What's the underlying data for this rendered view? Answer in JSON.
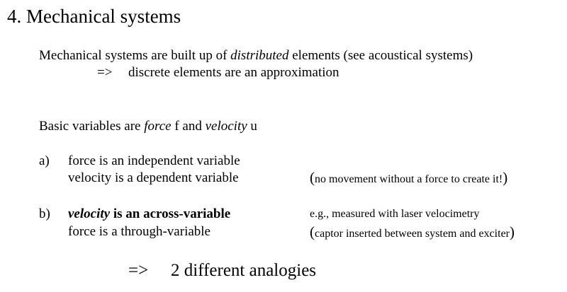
{
  "title": "4. Mechanical systems",
  "intro": {
    "line1_a": "Mechanical systems are built up of ",
    "line1_em": "distributed",
    "line1_b": " elements (see acoustical systems)",
    "arrow": "=>",
    "line2": "discrete elements are an approximation"
  },
  "basic": {
    "a": "Basic variables are ",
    "force_em": "force",
    "b": " f and ",
    "velocity_em": "velocity",
    "c": " u"
  },
  "item_a": {
    "marker": "a)",
    "line1": "force is an independent variable",
    "line2": "velocity is a dependent variable",
    "note_open": "(",
    "note_text": "no movement without a force to create it!",
    "note_close": ")"
  },
  "item_b": {
    "marker": "b)",
    "line1_em": "velocity",
    "line1_rest": " is an across-variable",
    "line2": "force is a through-variable",
    "note1": "e.g., measured with laser velocimetry",
    "note2_open": "(",
    "note2_text": "captor inserted between system and exciter",
    "note2_close": ")"
  },
  "conclusion": {
    "arrow": "=>",
    "text": "2 different analogies"
  }
}
